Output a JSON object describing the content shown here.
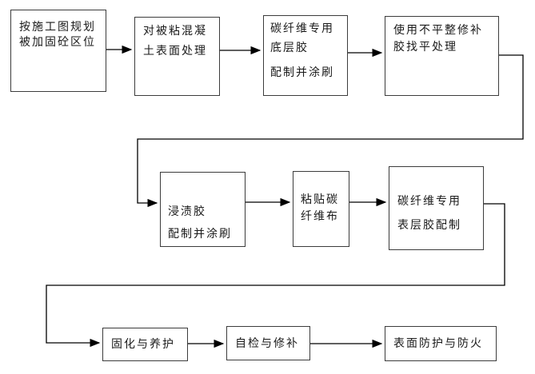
{
  "diagram": {
    "type": "flowchart",
    "background": "#ffffff",
    "colors": {
      "box_border": "#3c3c3c",
      "connector": "#000000",
      "text": "#1a1a1a"
    },
    "boxes": [
      {
        "id": "plan-region",
        "lines": [
          "按施工图规划",
          "被加固砼区位"
        ]
      },
      {
        "id": "surface-prep",
        "lines": [
          "对被粘混凝",
          "土表面处理"
        ]
      },
      {
        "id": "primer-adhesive",
        "lines": [
          "碳纤维专用",
          "底层胶",
          "配制并涂刷"
        ]
      },
      {
        "id": "leveling-repair",
        "lines": [
          "使用不平整修补",
          "胶找平处理"
        ]
      },
      {
        "id": "impregnating",
        "lines": [
          "浸渍胶",
          "配制并涂刷"
        ]
      },
      {
        "id": "paste-fiber",
        "lines": [
          "粘贴碳",
          "纤维布"
        ]
      },
      {
        "id": "topcoat",
        "lines": [
          "碳纤维专用",
          "表层胶配制"
        ]
      },
      {
        "id": "curing",
        "lines": [
          "固化与养护"
        ]
      },
      {
        "id": "self-inspect",
        "lines": [
          "自检与修补"
        ]
      },
      {
        "id": "fire-protect",
        "lines": [
          "表面防护与防火"
        ]
      }
    ],
    "connections": [
      {
        "from": "plan-region",
        "to": "surface-prep"
      },
      {
        "from": "surface-prep",
        "to": "primer-adhesive"
      },
      {
        "from": "primer-adhesive",
        "to": "leveling-repair"
      },
      {
        "from": "leveling-repair",
        "to": "impregnating"
      },
      {
        "from": "impregnating",
        "to": "paste-fiber"
      },
      {
        "from": "paste-fiber",
        "to": "topcoat"
      },
      {
        "from": "topcoat",
        "to": "curing"
      },
      {
        "from": "curing",
        "to": "self-inspect"
      },
      {
        "from": "self-inspect",
        "to": "fire-protect"
      }
    ]
  }
}
